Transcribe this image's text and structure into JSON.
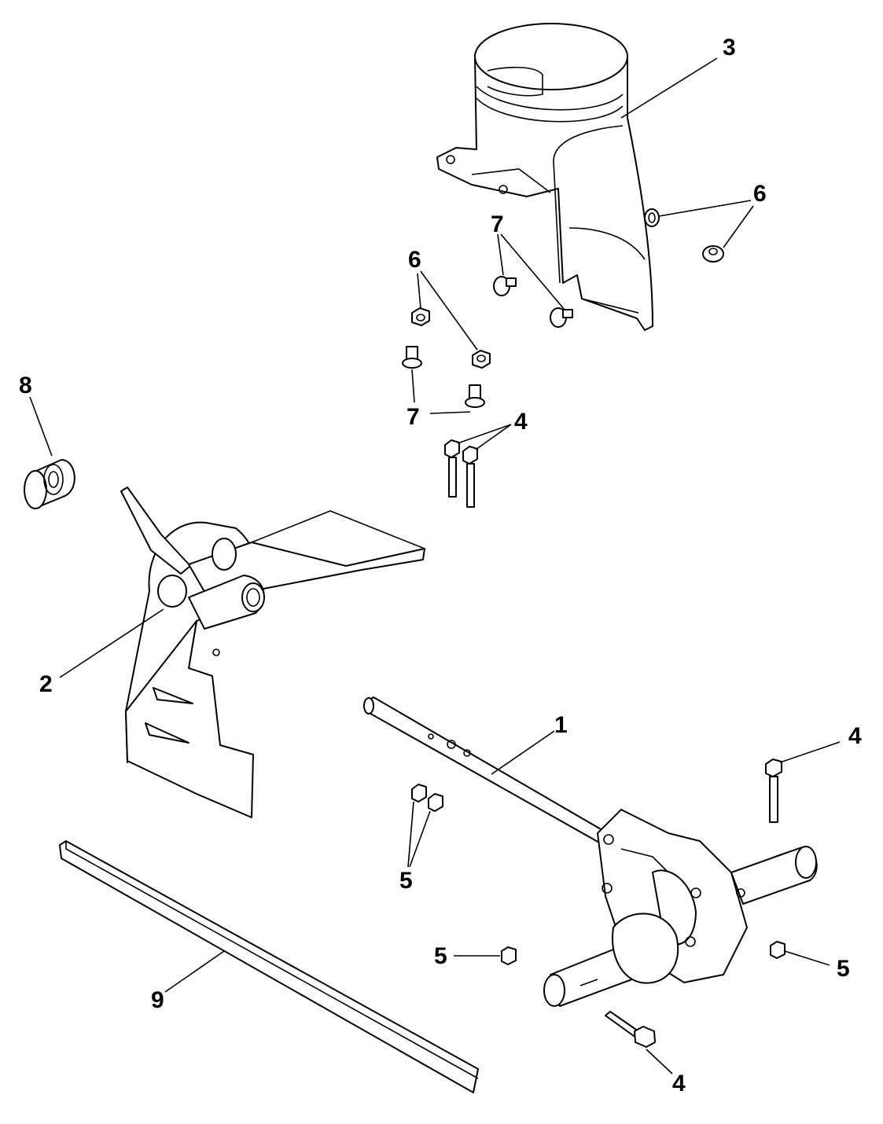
{
  "diagram": {
    "callouts": [
      {
        "id": "c3",
        "label": "3"
      },
      {
        "id": "c6a",
        "label": "6"
      },
      {
        "id": "c7a",
        "label": "7"
      },
      {
        "id": "c6b",
        "label": "6"
      },
      {
        "id": "c7b",
        "label": "7"
      },
      {
        "id": "c4a",
        "label": "4"
      },
      {
        "id": "c8",
        "label": "8"
      },
      {
        "id": "c2",
        "label": "2"
      },
      {
        "id": "c1",
        "label": "1"
      },
      {
        "id": "c4b",
        "label": "4"
      },
      {
        "id": "c5a",
        "label": "5"
      },
      {
        "id": "c5b",
        "label": "5"
      },
      {
        "id": "c5c",
        "label": "5"
      },
      {
        "id": "c9",
        "label": "9"
      },
      {
        "id": "c4c",
        "label": "4"
      }
    ],
    "parts": [
      {
        "callout": "1",
        "name": "shaft-icon"
      },
      {
        "callout": "2",
        "name": "impeller-icon"
      },
      {
        "callout": "3",
        "name": "chute-adapter-icon"
      },
      {
        "callout": "4",
        "name": "bolt-icon"
      },
      {
        "callout": "5",
        "name": "nut-icon"
      },
      {
        "callout": "6",
        "name": "flange-nut-icon"
      },
      {
        "callout": "7",
        "name": "carriage-bolt-icon"
      },
      {
        "callout": "8",
        "name": "bearing-icon"
      },
      {
        "callout": "9",
        "name": "key-bar-icon"
      }
    ],
    "colors": {
      "line": "#000000",
      "background": "#ffffff"
    }
  }
}
